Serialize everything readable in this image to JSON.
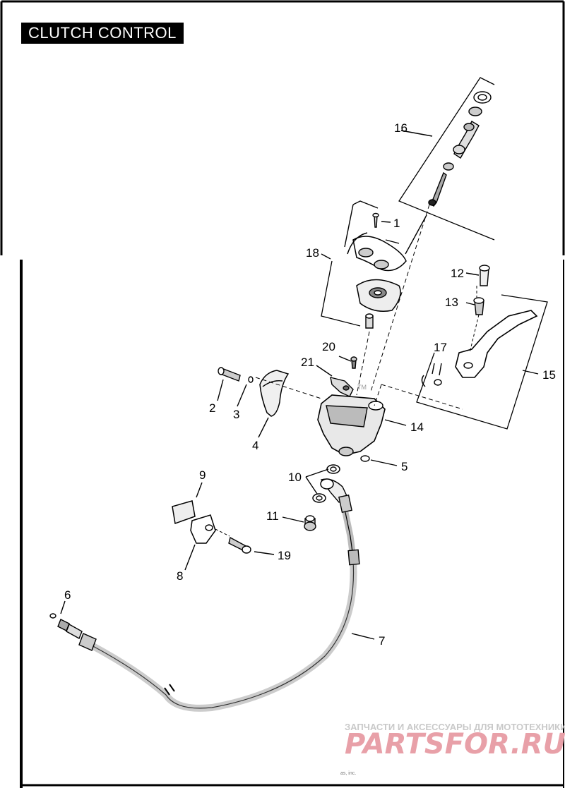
{
  "title": "CLUTCH CONTROL",
  "parts": {
    "p1": "1",
    "p2": "2",
    "p3": "3",
    "p4": "4",
    "p5": "5",
    "p6": "6",
    "p7": "7",
    "p8": "8",
    "p9": "9",
    "p10": "10",
    "p11": "11",
    "p12": "12",
    "p13": "13",
    "p14": "14",
    "p15": "15",
    "p16": "16",
    "p17": "17",
    "p18": "18",
    "p19": "19",
    "p20": "20",
    "p21": "21"
  },
  "trademark": "TM",
  "watermark": {
    "caption": "ЗАПЧАСТИ И АКСЕССУАРЫ ДЛЯ МОТОТЕХНИКИ",
    "brand": "PARTSFOR.RU"
  },
  "footer_small": "as, inc."
}
